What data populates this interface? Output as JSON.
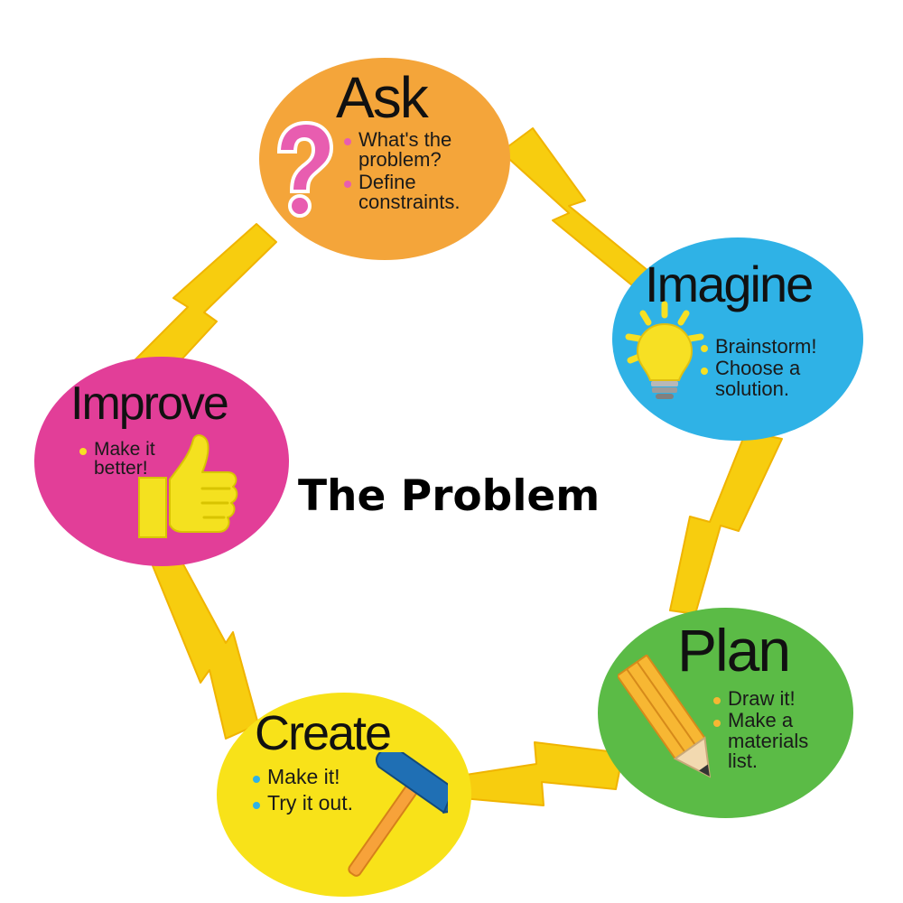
{
  "center_title": "The Problem",
  "colors": {
    "ask": "#f4a53a",
    "imagine": "#2fb2e6",
    "plan": "#5bbb46",
    "create": "#f8e219",
    "improve": "#e23e98",
    "connector": "#f7cd0f"
  },
  "steps": {
    "ask": {
      "title": "Ask",
      "icon": "question-mark-icon",
      "bullets": [
        "What's the problem?",
        "Define constraints."
      ]
    },
    "imagine": {
      "title": "Imagine",
      "icon": "lightbulb-icon",
      "bullets": [
        "Brainstorm!",
        "Choose a solution."
      ]
    },
    "plan": {
      "title": "Plan",
      "icon": "pencil-icon",
      "bullets": [
        "Draw it!",
        "Make a materials list."
      ]
    },
    "create": {
      "title": "Create",
      "icon": "hammer-icon",
      "bullets": [
        "Make it!",
        "Try it out."
      ]
    },
    "improve": {
      "title": "Improve",
      "icon": "thumbs-up-icon",
      "bullets": [
        "Make it better!"
      ]
    }
  }
}
